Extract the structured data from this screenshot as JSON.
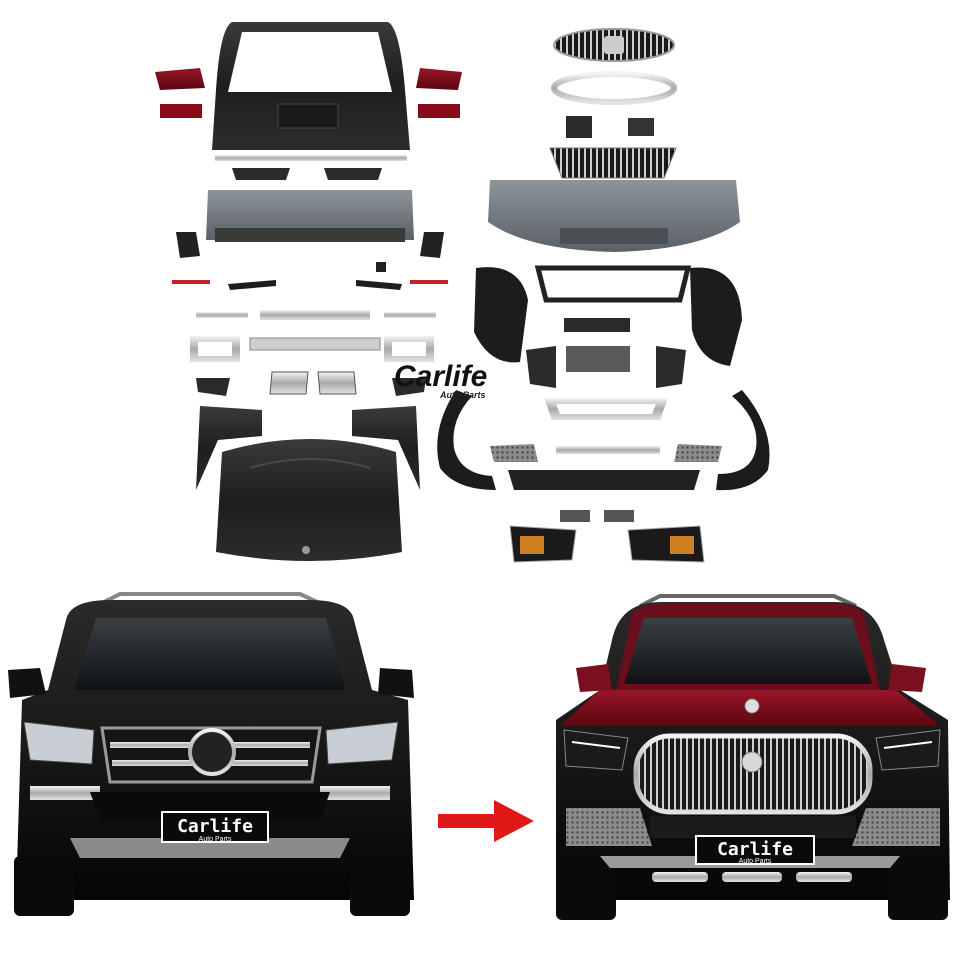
{
  "watermark": {
    "brand": "Carlife",
    "sub": "Auto Parts"
  },
  "plates": {
    "before": {
      "brand": "Carlife",
      "sub": "Auto Parts"
    },
    "after": {
      "brand": "Carlife",
      "sub": "Auto Parts"
    }
  },
  "colors": {
    "arrow": "#e01818",
    "after_car_body": "#7a1020",
    "before_car_body": "#0c0c0c",
    "primer": "#2a2a2a",
    "chrome": "#c8c8c8"
  },
  "icons": {
    "arrow": "right-arrow-icon"
  }
}
